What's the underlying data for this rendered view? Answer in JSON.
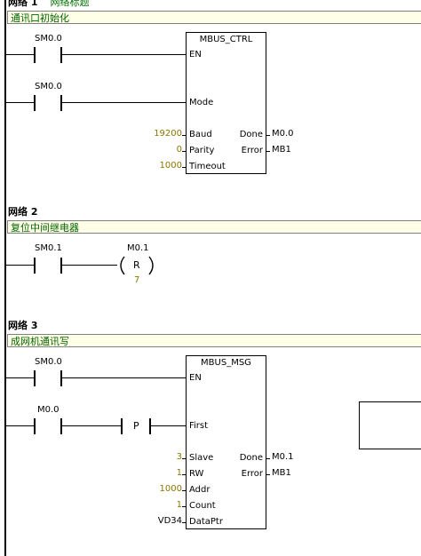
{
  "network1": {
    "title": "网络 1",
    "subtitle": "网络标题",
    "comment": "通讯口初始化",
    "contact_en": "SM0.0",
    "contact_mode": "SM0.0",
    "block": {
      "name": "MBUS_CTRL",
      "pin_en": "EN",
      "pin_mode": "Mode",
      "pin_baud": "Baud",
      "pin_parity": "Parity",
      "pin_timeout": "Timeout",
      "pin_done": "Done",
      "pin_error": "Error",
      "val_baud": "19200",
      "val_parity": "0",
      "val_timeout": "1000",
      "out_done": "M0.0",
      "out_error": "MB1"
    }
  },
  "network2": {
    "title": "网络 2",
    "comment": "复位中间继电器",
    "contact": "SM0.1",
    "coil_addr": "M0.1",
    "coil_type": "R",
    "coil_count": "7"
  },
  "network3": {
    "title": "网络 3",
    "comment": "成网机通讯写",
    "contact_en": "SM0.0",
    "contact_first": "M0.0",
    "pulse": "P",
    "block": {
      "name": "MBUS_MSG",
      "pin_en": "EN",
      "pin_first": "First",
      "pin_slave": "Slave",
      "pin_rw": "RW",
      "pin_addr": "Addr",
      "pin_count": "Count",
      "pin_dataptr": "DataPtr",
      "pin_done": "Done",
      "pin_error": "Error",
      "val_slave": "3",
      "val_rw": "1",
      "val_addr": "1000",
      "val_count": "1",
      "val_dataptr": "VD34",
      "out_done": "M0.1",
      "out_error": "MB1"
    }
  }
}
